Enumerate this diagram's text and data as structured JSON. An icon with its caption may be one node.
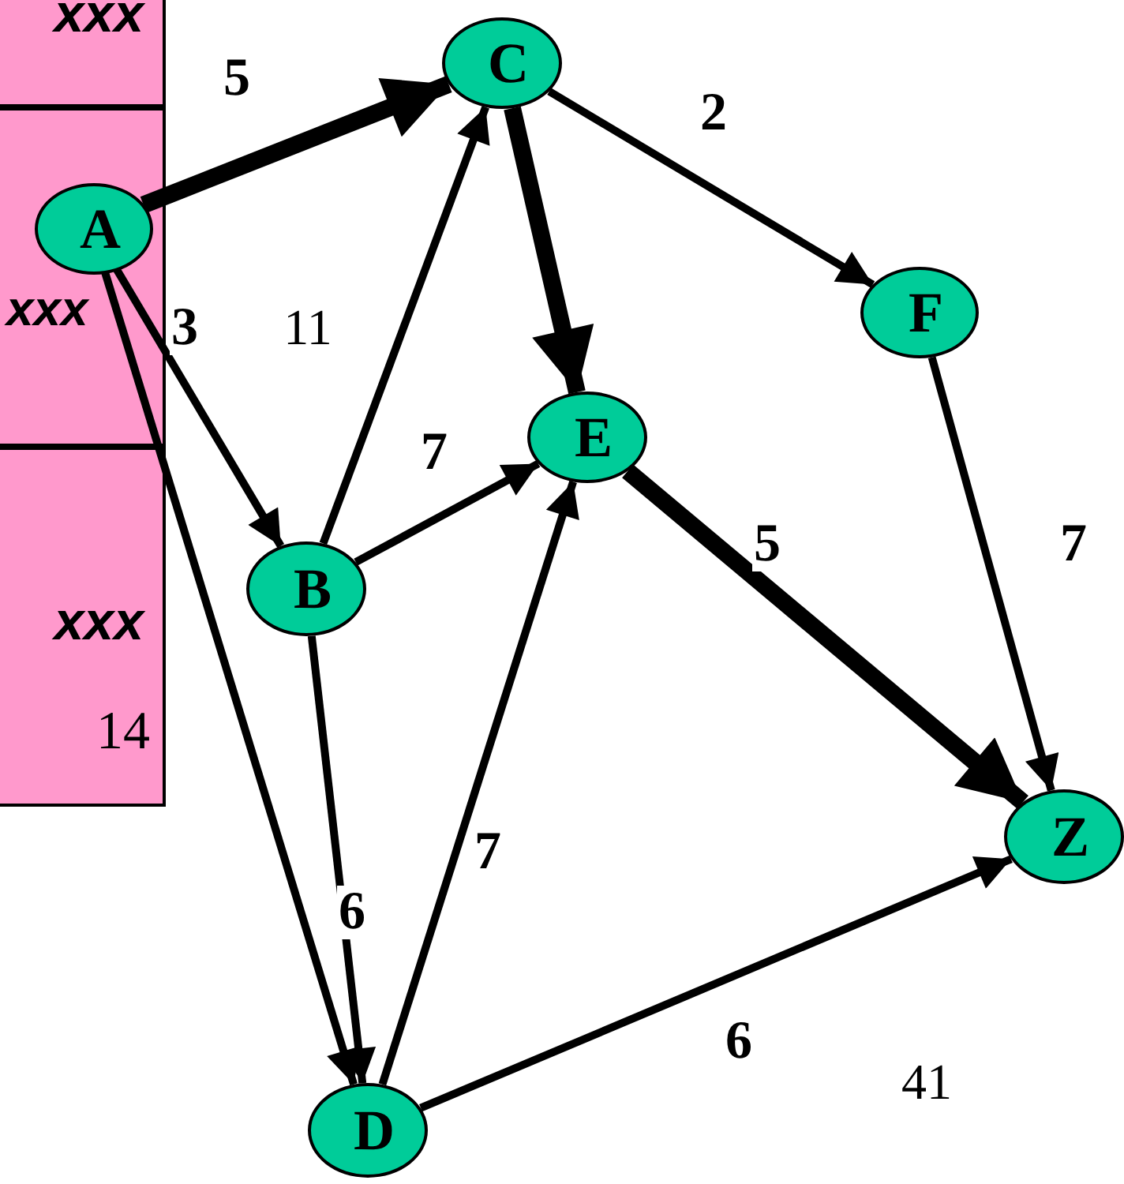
{
  "diagram": {
    "nodes": [
      {
        "text": [
          "xxx"
        ]
      },
      {
        "text": [
          "xxx"
        ]
      },
      {
        "text": [
          "A"
        ],
        "in": 1
      },
      {
        "text": [
          "xxx",
          "14"
        ]
      },
      {
        "text": [
          "C"
        ]
      },
      {
        "text": [
          "F"
        ]
      },
      {
        "text": [
          "E"
        ]
      },
      {
        "text": [
          "B"
        ]
      },
      {
        "text": [
          "Z"
        ]
      },
      {
        "text": [
          "D"
        ]
      }
    ],
    "edges": [
      {
        "from": 2,
        "to": 4,
        "arrow": "to",
        "label": "5",
        "style": "thick"
      },
      {
        "from": 2,
        "to": 7,
        "arrow": "to",
        "label": "3"
      },
      {
        "from": 2,
        "to": 9,
        "arrow": "to"
      },
      {
        "from": 4,
        "to": 6,
        "arrow": "to",
        "style": "thick"
      },
      {
        "from": 4,
        "to": 5,
        "arrow": "to",
        "label": "2"
      },
      {
        "from": 7,
        "to": 4,
        "arrow": "to"
      },
      {
        "from": 7,
        "to": 6,
        "arrow": "to",
        "label": "7"
      },
      {
        "from": 7,
        "to": 9,
        "arrow": "to",
        "label": "6"
      },
      {
        "from": 9,
        "to": 6,
        "arrow": "to",
        "label": "7"
      },
      {
        "from": 6,
        "to": 8,
        "arrow": "to",
        "label": "5",
        "style": "thick"
      },
      {
        "from": 5,
        "to": 8,
        "arrow": "to",
        "label": "7"
      },
      {
        "from": 9,
        "to": 8,
        "arrow": "to",
        "label": "6"
      }
    ],
    "labels": [
      "11",
      "41"
    ]
  }
}
